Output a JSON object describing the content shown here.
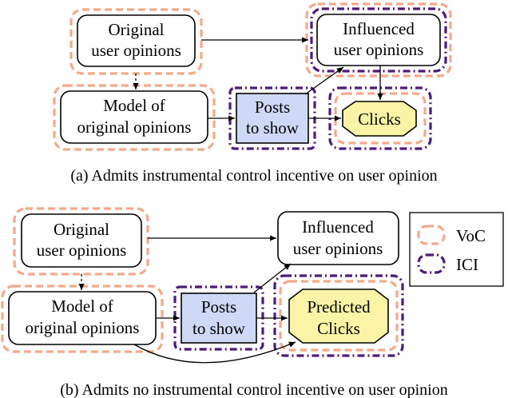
{
  "colors": {
    "voc": "#f4a98a",
    "ici": "#4b1c7a",
    "decision_fill": "#cdd9f5",
    "utility_fill": "#fbf3a5",
    "node_fill": "#ffffff"
  },
  "diagram_a": {
    "original_opinions": [
      "Original",
      "user opinions"
    ],
    "influenced_opinions": [
      "Influenced",
      "user opinions"
    ],
    "model": [
      "Model of",
      "original opinions"
    ],
    "posts": [
      "Posts",
      "to show"
    ],
    "clicks": [
      "Clicks"
    ],
    "caption": "(a) Admits instrumental control incentive on user opinion"
  },
  "diagram_b": {
    "original_opinions": [
      "Original",
      "user opinions"
    ],
    "influenced_opinions": [
      "Influenced",
      "user opinions"
    ],
    "model": [
      "Model of",
      "original opinions"
    ],
    "posts": [
      "Posts",
      "to show"
    ],
    "clicks": [
      "Predicted",
      "Clicks"
    ],
    "caption": "(b) Admits no instrumental control incentive on user opinion"
  },
  "legend": {
    "voc_label": "VoC",
    "ici_label": "ICI"
  }
}
